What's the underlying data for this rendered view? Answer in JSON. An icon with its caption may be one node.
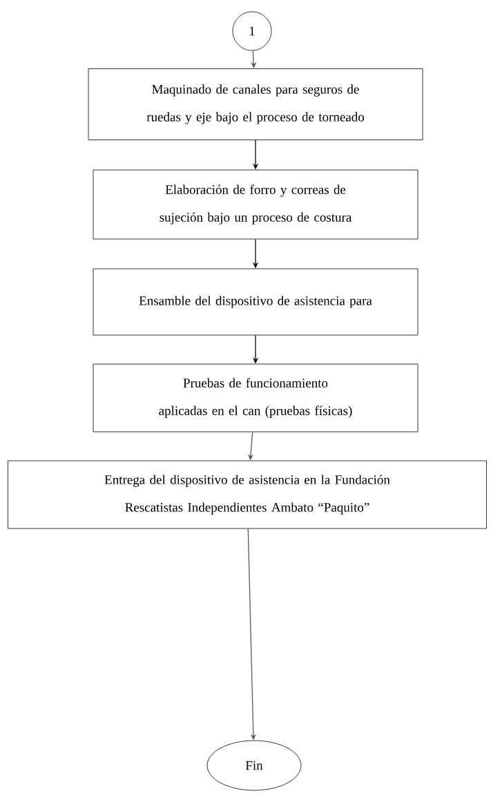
{
  "diagram": {
    "nodes": [
      {
        "text": [
          "1"
        ]
      },
      {
        "text": [
          "Maquinado de canales para seguros de ruedas y eje bajo el proceso de torneado"
        ]
      },
      {
        "text": [
          "Elaboración de forro y correas de sujeción bajo un proceso de costura"
        ]
      },
      {
        "text": [
          "Ensamble del dispositivo de asistencia para"
        ]
      },
      {
        "text": [
          "Pruebas de funcionamiento aplicadas en el can (pruebas físicas)"
        ]
      },
      {
        "text": [
          "Entrega del dispositivo de asistencia en la Fundación Rescatistas Independientes Ambato “Paquito”"
        ]
      },
      {
        "text": [
          "Fin"
        ]
      }
    ],
    "edges": [
      {
        "from": 0,
        "to": 1,
        "arrow": "to",
        "color": "#595959"
      },
      {
        "from": 1,
        "to": 2,
        "arrow": "to"
      },
      {
        "from": 2,
        "to": 3,
        "arrow": "to"
      },
      {
        "from": 3,
        "to": 4,
        "arrow": "to"
      },
      {
        "from": 4,
        "to": 5,
        "arrow": "to",
        "color": "#595959"
      },
      {
        "from": 5,
        "to": 6,
        "arrow": "to",
        "color": "#595959"
      }
    ]
  }
}
